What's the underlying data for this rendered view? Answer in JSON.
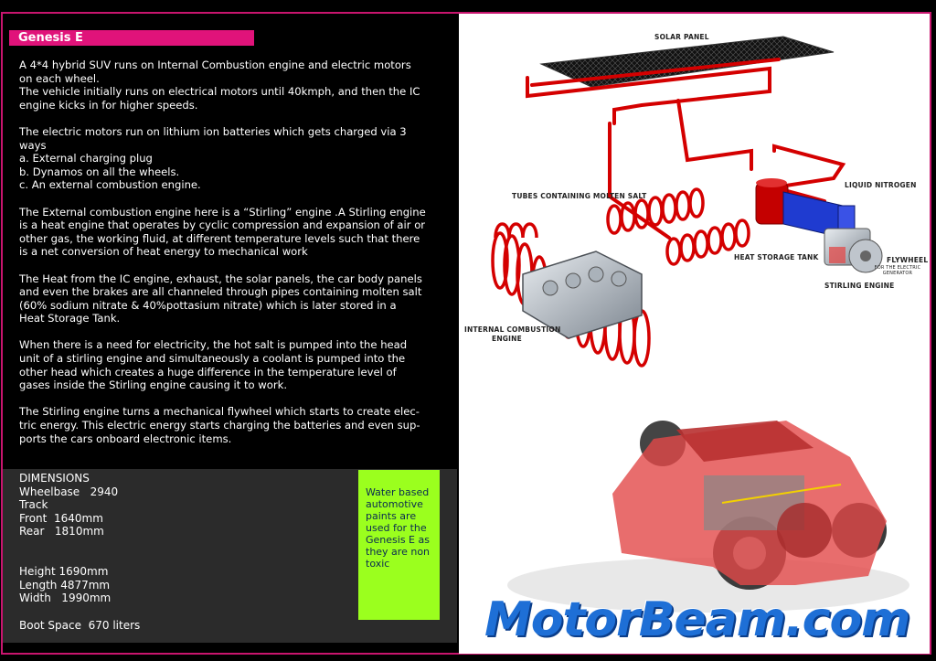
{
  "title": "Genesis E",
  "paragraphs": [
    [
      "A 4*4 hybrid SUV runs on Internal Combustion engine and electric motors",
      "on each wheel.",
      "The vehicle initially runs on electrical motors until 40kmph, and then the IC",
      "engine kicks in for higher speeds."
    ],
    [
      "The electric motors run on lithium ion batteries which gets charged via 3",
      "ways",
      "a.  External charging plug",
      "b.  Dynamos on all the wheels.",
      "c.  An external combustion engine."
    ],
    [
      "The External combustion engine here is a “Stirling” engine .A Stirling engine",
      "is a heat engine that operates by cyclic compression and expansion of air or",
      "other gas, the working fluid, at different temperature levels such that there",
      "is a net conversion of heat energy to mechanical work"
    ],
    [
      "The Heat from the IC engine, exhaust, the solar panels, the car body panels",
      "and even the brakes are all channeled through pipes containing molten salt",
      "(60% sodium nitrate & 40%pottasium nitrate) which is later stored in a",
      "Heat Storage Tank."
    ],
    [
      "When there is a need for electricity, the hot salt is pumped into the head",
      "unit of a stirling engine and simultaneously a coolant is pumped into the",
      "other head which creates a huge difference in the temperature level of",
      "gases inside the Stirling engine causing it to work."
    ],
    [
      "The Stirling engine turns a mechanical flywheel which starts to create elec-",
      "tric energy. This electric energy starts charging the batteries and even sup-",
      "ports the cars onboard electronic items."
    ]
  ],
  "dimensions": {
    "lines": [
      "DIMENSIONS",
      "Wheelbase   2940",
      "Track",
      "Front  1640mm",
      "Rear   1810mm",
      "",
      "",
      "Height 1690mm",
      "Length 4877mm",
      "Width   1990mm",
      "",
      "Boot Space  670 liters"
    ]
  },
  "note": "Water based automotive paints are used for the Genesis E as they are non toxic",
  "diagram_labels": {
    "solar_panel": "SOLAR PANEL",
    "tubes": "TUBES CONTAINING MOLTEN SALT",
    "liquid_nitrogen": "LIQUID NITROGEN",
    "heat_storage": "HEAT STORAGE TANK",
    "flywheel": "FLYWHEEL",
    "flywheel_sub": "FOR THE ELECTRIC GENERATOR",
    "stirling": "STIRLING ENGINE",
    "ice_1": "INTERNAL COMBUSTION",
    "ice_2": "ENGINE"
  },
  "logo": "MotorBeam.com",
  "colors": {
    "accent": "#e0137a",
    "border": "#c8156e",
    "note_bg": "#9bff1e",
    "pipe": "#d40000",
    "logo": "#1e6fd6"
  }
}
